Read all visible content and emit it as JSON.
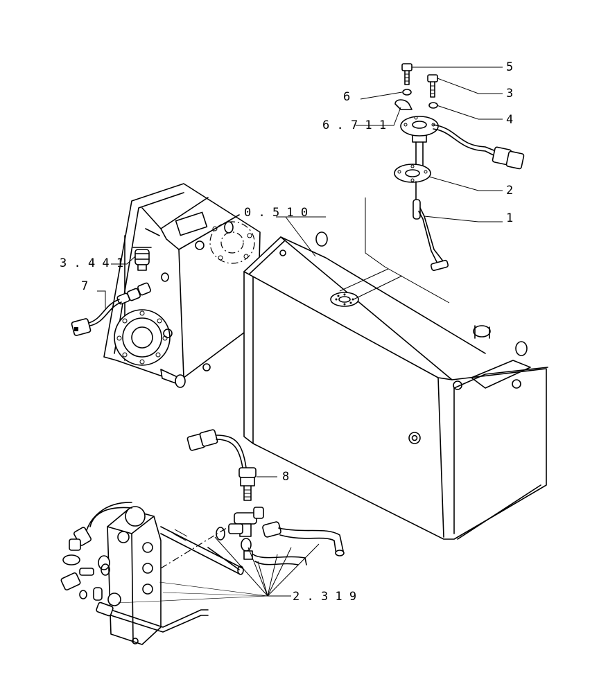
{
  "callouts": {
    "c1": "1",
    "c2": "2",
    "c3": "3",
    "c4": "4",
    "c5": "5",
    "c6": "6",
    "c7": "7",
    "c8": "8",
    "ref_6711": "6 . 7 1 1",
    "ref_0510": "0 . 5 1 0",
    "ref_3441": "3 . 4 4 1",
    "ref_2319": "2 . 3 1 9"
  }
}
